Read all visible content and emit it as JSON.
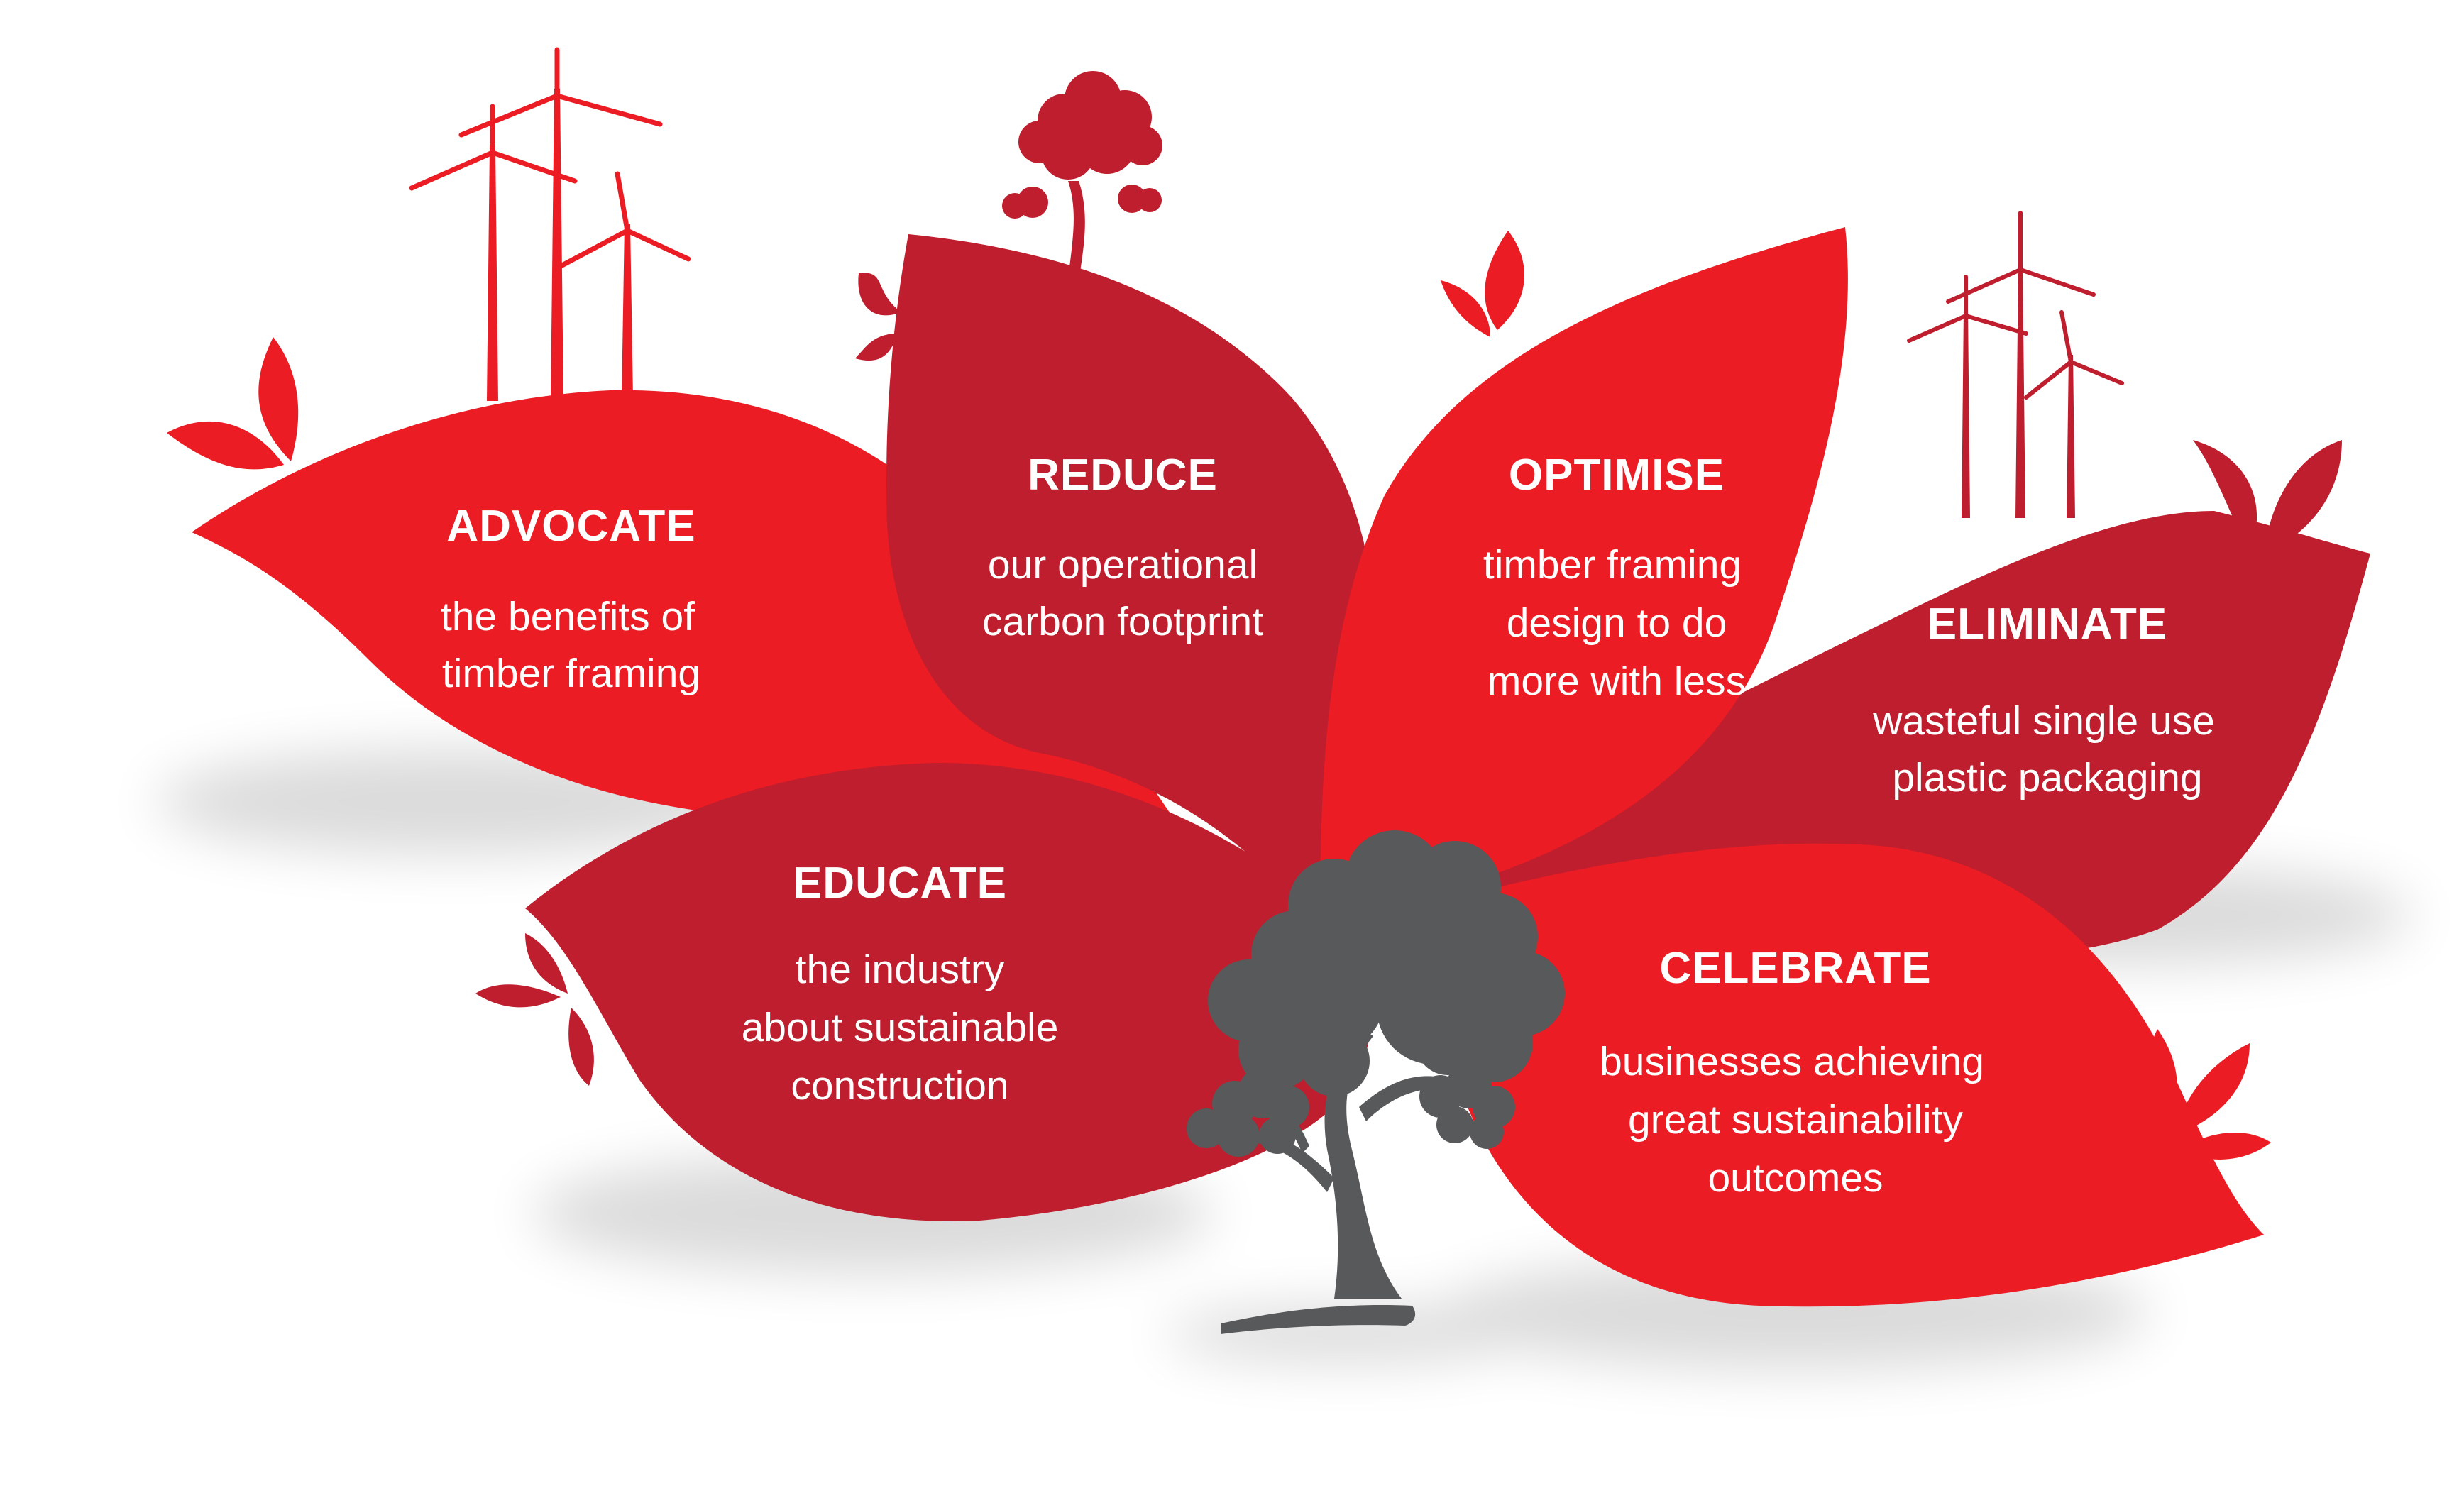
{
  "colors": {
    "red_bright": "#EC1C24",
    "red_dark": "#BE1E2D",
    "tree_grey": "#58595B",
    "background": "#FFFFFF"
  },
  "icons": {
    "wind_turbine": "wind-turbine-icon",
    "tree": "tree-icon",
    "leaf_sprout": "leaf-sprout-icon"
  },
  "leaves": [
    {
      "id": "advocate",
      "title": "ADVOCATE",
      "lines": [
        "the benefits of",
        "timber framing"
      ]
    },
    {
      "id": "reduce",
      "title": "REDUCE",
      "lines": [
        "our operational",
        "carbon footprint"
      ]
    },
    {
      "id": "optimise",
      "title": "OPTIMISE",
      "lines": [
        "timber framing",
        "design to do",
        "more with less"
      ]
    },
    {
      "id": "eliminate",
      "title": "ELIMINATE",
      "lines": [
        "wasteful single use",
        "plastic packaging"
      ]
    },
    {
      "id": "educate",
      "title": "EDUCATE",
      "lines": [
        "the industry",
        "about sustainable",
        "construction"
      ]
    },
    {
      "id": "celebrate",
      "title": "CELEBRATE",
      "lines": [
        "businesses achieving",
        "great sustainability",
        "outcomes"
      ]
    }
  ]
}
